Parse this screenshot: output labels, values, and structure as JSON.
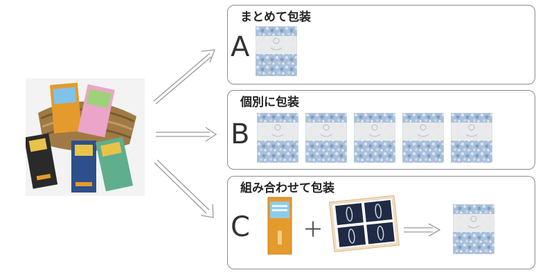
{
  "diagram": {
    "source": {
      "description": ""
    },
    "options": [
      {
        "letter": "A",
        "title": "まとめて包装"
      },
      {
        "letter": "B",
        "title": "個別に包装"
      },
      {
        "letter": "C",
        "title": "組み合わせて包装",
        "plus": "＋"
      }
    ],
    "colors": {
      "panel_border": "#8c8c8c",
      "arrow": "#9a9a9a",
      "wrap_blue": "#9fb8d4",
      "wrap_band": "#ececec",
      "tea_orange": "#e59a2c",
      "tea_pink": "#eaa5c8",
      "tea_black": "#2a2a2a",
      "tea_blue": "#2d4f8c",
      "tea_green": "#5fae8e",
      "basket": "#a07a45"
    }
  }
}
